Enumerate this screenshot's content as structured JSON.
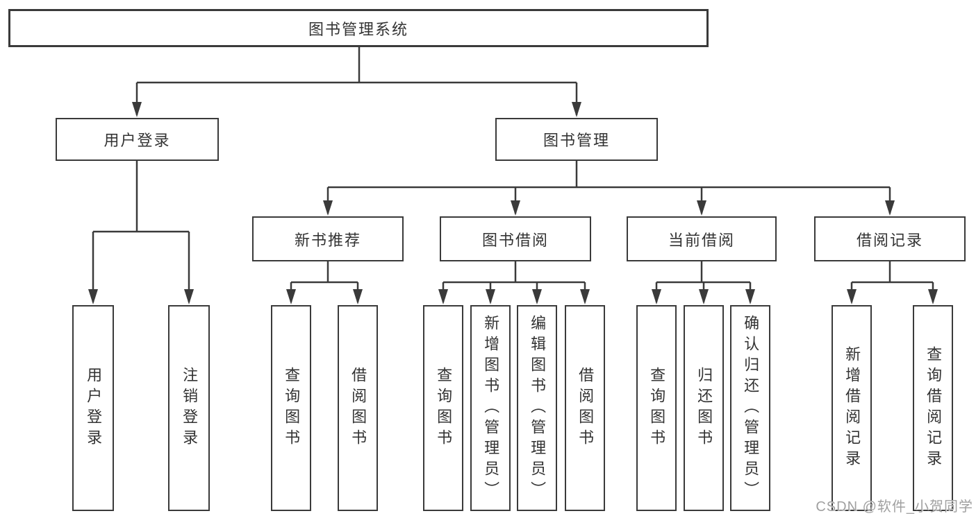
{
  "tree": {
    "root": "图书管理系统",
    "l2": {
      "user_login": "用户登录",
      "book_mgmt": "图书管理"
    },
    "l3": {
      "new_book": "新书推荐",
      "borrow": "图书借阅",
      "current": "当前借阅",
      "records": "借阅记录"
    },
    "leaf": {
      "login": "用户登录",
      "logout": "注销登录",
      "nb_query": "查询图书",
      "nb_borrow": "借阅图书",
      "bb_query": "查询图书",
      "bb_add": "新增图书（管理员）",
      "bb_edit": "编辑图书（管理员）",
      "bb_borrow": "借阅图书",
      "cb_query": "查询图书",
      "cb_return": "归还图书",
      "cb_confirm": "确认归还（管理员）",
      "br_add": "新增借阅记录",
      "br_query": "查询借阅记录"
    }
  },
  "watermark": "CSDN @软件_小贺同学",
  "colors": {
    "line": "#3a3a3a",
    "text": "#333333",
    "watermark": "#a0a0a0",
    "background": "#ffffff"
  }
}
